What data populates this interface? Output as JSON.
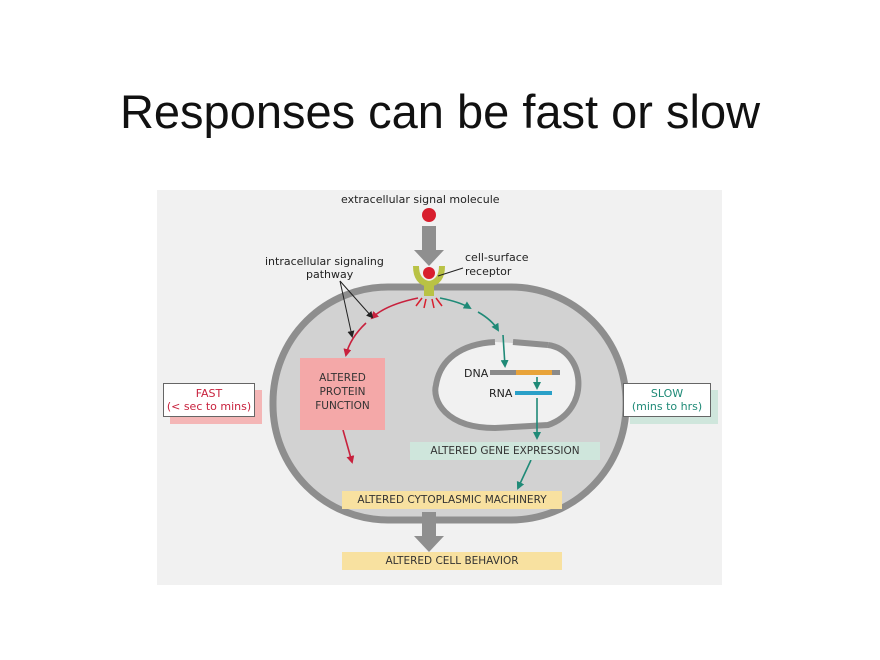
{
  "slide": {
    "title": "Responses can be fast or slow"
  },
  "diagram": {
    "signal_label": "extracellular signal molecule",
    "receptor_label_line1": "cell-surface",
    "receptor_label_line2": "receptor",
    "pathway_label_line1": "intracellular signaling",
    "pathway_label_line2": "pathway",
    "dna_label": "DNA",
    "rna_label": "RNA",
    "protein_box_line1": "ALTERED",
    "protein_box_line2": "PROTEIN",
    "protein_box_line3": "FUNCTION",
    "gene_expression_label": "ALTERED GENE EXPRESSION",
    "cytoplasmic_label": "ALTERED CYTOPLASMIC MACHINERY",
    "cell_behavior_label": "ALTERED CELL BEHAVIOR",
    "fast_label": "FAST",
    "fast_time": "(< sec to mins)",
    "slow_label": "SLOW",
    "slow_time": "(mins to hrs)"
  },
  "colors": {
    "fast_pathway": "#c8213d",
    "slow_pathway": "#1f8a77",
    "cell_membrane": "#8e8e8e",
    "cell_interior": "#d2d2d2",
    "protein_box": "#f4a8a8",
    "gene_box": "#cfe6dc",
    "yellow_box": "#f8e1a0",
    "dna_gold": "#e8a33a",
    "rna_blue": "#2aa0c8",
    "receptor": "#b9c245",
    "signal": "#d81f2e"
  }
}
